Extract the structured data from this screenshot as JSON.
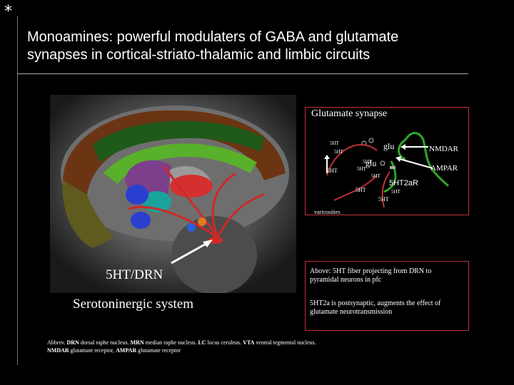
{
  "slide": {
    "bullet": "*",
    "title_line1": "Monoamines: powerful modulaters of GABA and glutamate",
    "title_line2": "synapses in cortical-striato-thalamic and limbic circuits"
  },
  "glutamate_panel": {
    "title": "Glutamate synapse",
    "labels": {
      "l5ht_a": "5HT",
      "l5ht_b": "5HT",
      "l5ht_c": "5HT",
      "l5ht_d": "5HT",
      "l5ht_big1": "5HT",
      "l5ht_big2": "5HT",
      "l5ht_e": "5HT",
      "l5ht_f": "5HT",
      "glu1": "glu",
      "glu2": "glu",
      "nmdar": "NMDAR",
      "ampar": "AMPAR",
      "r5ht2a": "5HT2aR"
    },
    "varicosities": "varicosities"
  },
  "description": {
    "text1": "Above: 5HT fiber projecting from DRN to pyramidal neurons in pfc",
    "text2": "5HT2a is postsynaptic, augments the effect of glutamate neurotransmission"
  },
  "brain_labels": {
    "drn": "5HT/DRN",
    "system": "Serotoninergic system"
  },
  "abbrev": {
    "prefix": "Abbrev.",
    "drn_k": "DRN",
    "drn_v": "dorsal raphe nucleus.",
    "mrn_k": "MRN",
    "mrn_v": "median raphe nucleus.",
    "lc_k": "LC",
    "lc_v": "locus ceruleus.",
    "vta_k": "VTA",
    "vta_v": "ventral tegmental nucleus.",
    "nmdar_k": "NMDAR",
    "nmdar_v": "glutamate receptor,",
    "ampar_k": "AMPAR",
    "ampar_v": "glutamate receptor"
  },
  "colors": {
    "frame_red": "#c0303a",
    "fiber_red": "#d02828",
    "background": "#000000"
  }
}
